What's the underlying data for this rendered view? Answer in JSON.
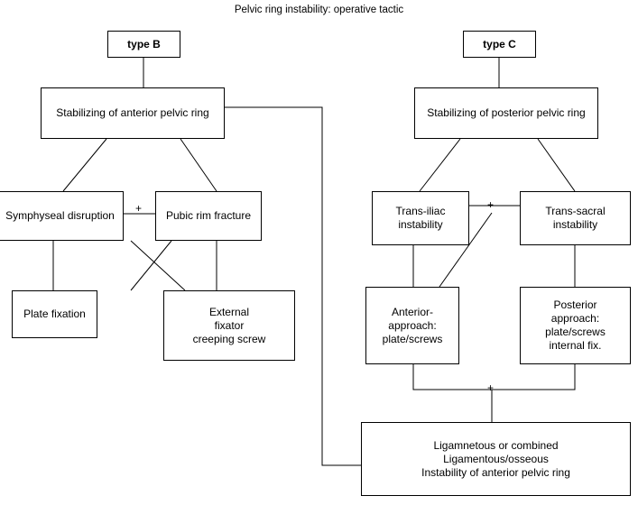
{
  "title": "Pelvic ring instability: operative tactic",
  "nodes": {
    "type_b": "type B",
    "type_c": "type C",
    "stab_anterior": "Stabilizing of anterior pelvic ring",
    "stab_posterior": "Stabilizing of posterior pelvic ring",
    "symphyseal": "Symphyseal disruption",
    "pubic_rim": "Pubic rim fracture",
    "plate_fixation": "Plate fixation",
    "external_fixator": "External\nfixator\ncreeping screw",
    "trans_iliac": "Trans-iliac\ninstability",
    "trans_sacral": "Trans-sacral\ninstability",
    "anterior_approach": "Anterior-\napproach:\nplate/screws",
    "posterior_approach": "Posterior\napproach:\nplate/screws\ninternal fix.",
    "ligamentous": "Ligamnetous or combined\nLigamentous/osseous\nInstability of anterior pelvic ring"
  },
  "connectors": {
    "plus_left": "+",
    "plus_right": "+",
    "plus_bottom": "+"
  }
}
